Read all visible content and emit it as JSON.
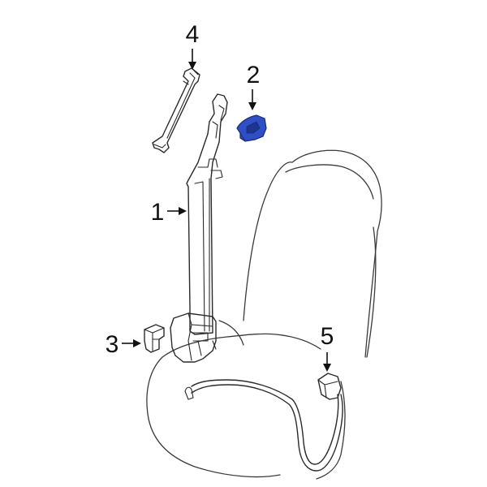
{
  "colors": {
    "background": "#ffffff",
    "line": "#2a2a2a",
    "highlight": "#2f4fc7",
    "highlight_shade": "#1e3590"
  },
  "callouts": [
    {
      "id": "1",
      "label": "1"
    },
    {
      "id": "2",
      "label": "2"
    },
    {
      "id": "3",
      "label": "3"
    },
    {
      "id": "4",
      "label": "4"
    },
    {
      "id": "5",
      "label": "5"
    }
  ]
}
